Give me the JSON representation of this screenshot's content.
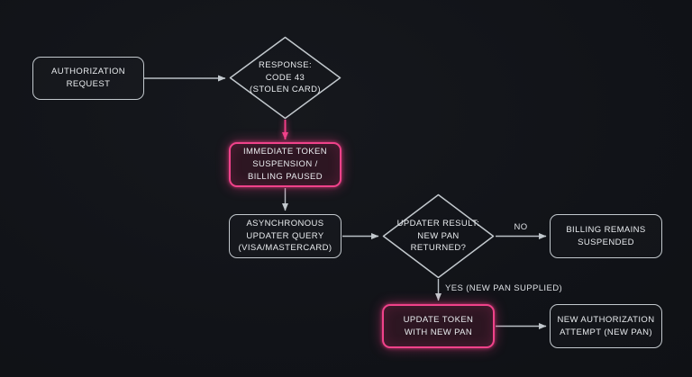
{
  "flowchart": {
    "nodes": {
      "auth_request": {
        "label": "AUTHORIZATION\nREQUEST",
        "shape": "rect",
        "style": "plain"
      },
      "response_code43": {
        "label": "RESPONSE:\nCODE 43\n(STOLEN CARD)",
        "shape": "diamond",
        "style": "plain"
      },
      "token_suspension": {
        "label": "IMMEDIATE TOKEN\nSUSPENSION /\nBILLING PAUSED",
        "shape": "rect",
        "style": "accent"
      },
      "updater_query": {
        "label": "ASYNCHRONOUS\nUPDATER QUERY\n(VISA/MASTERCARD)",
        "shape": "rect",
        "style": "plain"
      },
      "updater_result": {
        "label": "UPDATER RESULT:\nNEW PAN\nRETURNED?",
        "shape": "diamond",
        "style": "plain"
      },
      "billing_suspended": {
        "label": "BILLING REMAINS\nSUSPENDED",
        "shape": "rect",
        "style": "plain"
      },
      "update_token": {
        "label": "UPDATE TOKEN\nWITH NEW PAN",
        "shape": "rect",
        "style": "accent"
      },
      "new_auth_attempt": {
        "label": "NEW AUTHORIZATION\nATTEMPT (NEW PAN)",
        "shape": "rect",
        "style": "plain"
      }
    },
    "edge_labels": {
      "no": "NO",
      "yes": "YES (NEW PAN SUPPLIED)"
    },
    "colors": {
      "background": "#111318",
      "node_border": "#c2c8cd",
      "node_text": "#e9ecef",
      "accent_pink": "#f0428a",
      "connector_gray": "#b9bfc5"
    }
  }
}
